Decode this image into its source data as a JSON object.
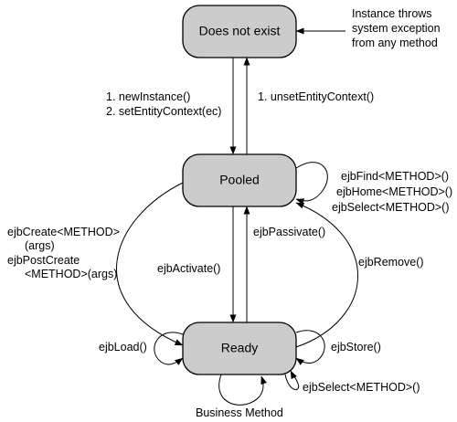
{
  "states": {
    "does_not_exist": "Does not exist",
    "pooled": "Pooled",
    "ready": "Ready"
  },
  "annotation": {
    "line1": "Instance throws",
    "line2": "system exception",
    "line3": "from any method"
  },
  "transitions": {
    "create_step1": "1. newInstance()",
    "create_step2": "2. setEntityContext(ec)",
    "unset": "1. unsetEntityContext()",
    "pooled_self1": "ejbFind<METHOD>()",
    "pooled_self2": "ejbHome<METHOD>()",
    "pooled_self3": "ejbSelect<METHOD>()",
    "ejbcreate1": "ejbCreate<METHOD>",
    "ejbcreate2": "(args)",
    "ejbcreate3": "ejbPostCreate",
    "ejbcreate4": "<METHOD>(args)",
    "activate": "ejbActivate()",
    "passivate": "ejbPassivate()",
    "remove": "ejbRemove()",
    "load": "ejbLoad()",
    "store": "ejbStore()",
    "ready_select": "ejbSelect<METHOD>()",
    "business": "Business Method"
  }
}
